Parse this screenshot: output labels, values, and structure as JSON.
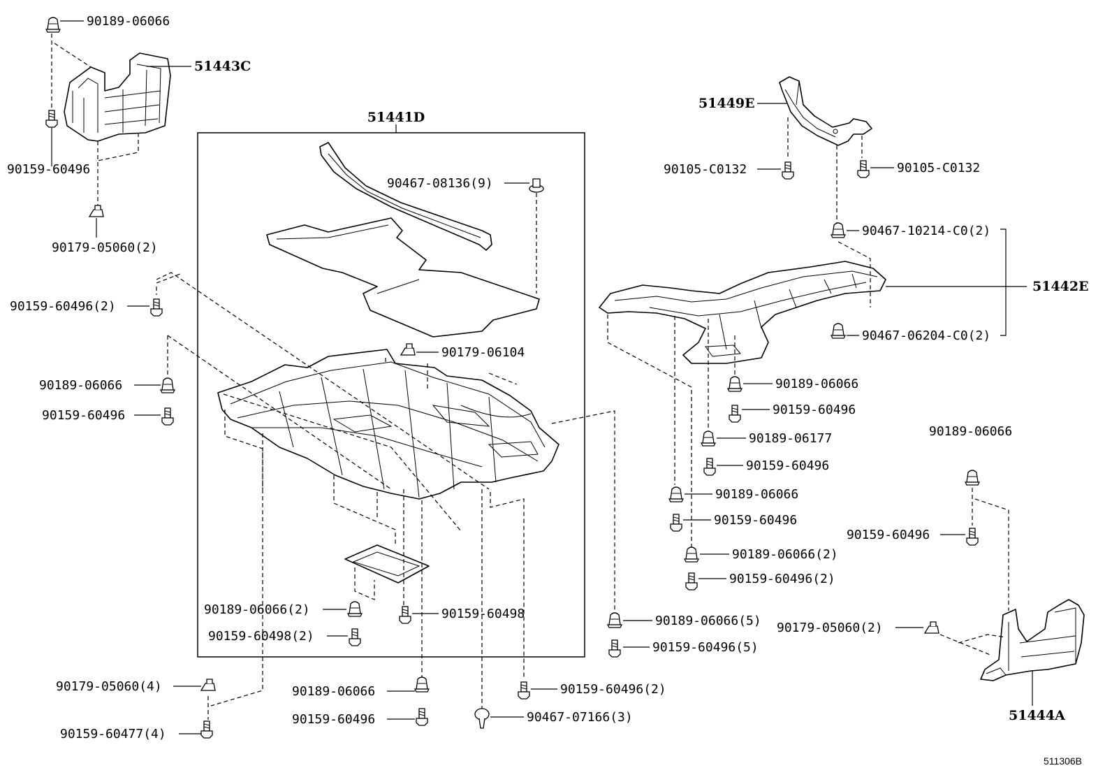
{
  "diagram": {
    "group_box_label": "51441D",
    "assemblies": {
      "front_left_cover": "51443C",
      "center_undercover": "51441D",
      "brace": "51449E",
      "rear_undercover": "51442E",
      "rear_right_cover": "51444A"
    },
    "callouts": {
      "c01": "90189-06066",
      "c02": "90159-60496",
      "c03": "90179-05060(2)",
      "c04": "90159-60496(2)",
      "c05": "90189-06066",
      "c06": "90159-60496",
      "c07": "90467-08136(9)",
      "c08": "90179-06104",
      "c09": "90189-06066(2)",
      "c10": "90159-60498(2)",
      "c11": "90159-60498",
      "c12": "90179-05060(4)",
      "c13": "90159-60477(4)",
      "c14": "90189-06066",
      "c15": "90159-60496",
      "c16": "90159-60496(2)",
      "c17": "90467-07166(3)",
      "c18": "90189-06066(5)",
      "c19": "90159-60496(5)",
      "c20": "90105-C0132",
      "c21": "90105-C0132",
      "c22": "90467-10214-C0(2)",
      "c23": "90467-06204-C0(2)",
      "c24": "90189-06066",
      "c25": "90159-60496",
      "c26": "90189-06177",
      "c27": "90159-60496",
      "c28": "90189-06066",
      "c29": "90159-60496",
      "c30": "90189-06066(2)",
      "c31": "90159-60496(2)",
      "c32": "90189-06066",
      "c33": "90159-60496",
      "c34": "90179-05060(2)"
    },
    "figure_code": "511306B"
  }
}
